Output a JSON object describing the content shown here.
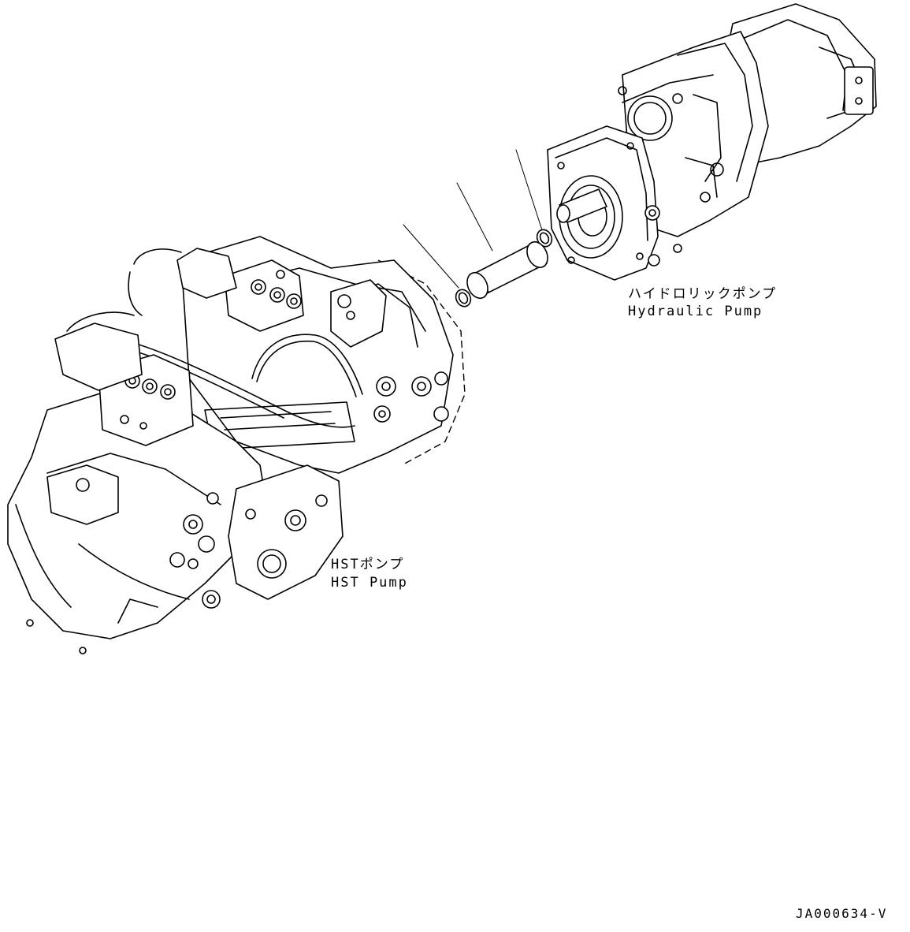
{
  "labels": {
    "hydraulic_pump_ja": "ハイドロリックポンプ",
    "hydraulic_pump_en": "Hydraulic Pump",
    "hst_pump_ja": "HSTポンプ",
    "hst_pump_en": "HST Pump"
  },
  "drawing_id": "JA000634-V",
  "colors": {
    "line": "#000000",
    "background": "#ffffff"
  }
}
